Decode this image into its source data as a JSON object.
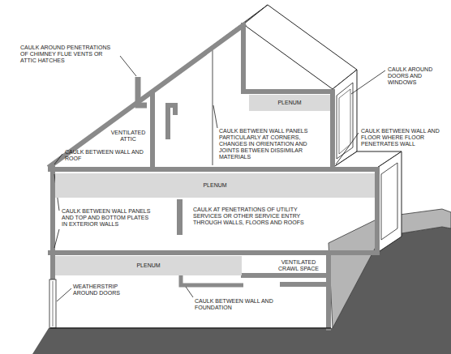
{
  "diagram": {
    "nodes": [
      {
        "text": [
          "PLENUM"
        ]
      },
      {
        "text": [
          "PLENUM"
        ]
      },
      {
        "text": [
          "PLENUM"
        ]
      }
    ],
    "labels": [
      "CAULK AROUND PENETRATIONS OF CHIMNEY FLUE VENTS OR ATTIC HATCHES",
      "CAULK AROUND DOORS AND WINDOWS",
      "VENTILATED ATTIC",
      "CAULK BETWEEN WALL PANELS PARTICULARLY AT CORNERS, CHANGES IN ORIENTATION AND JOINTS BETWEEN DISSIMILAR MATERIALS",
      "CAULK BETWEEN WALL AND FLOOR WHERE FLOOR PENETRATES WALL",
      "CAULK BETWEEN WALL AND ROOF",
      "CAULK BETWEEN WALL PANELS AND TOP AND BOTTOM PLATES IN EXTERIOR WALLS",
      "CAULK AT PENETRATIONS OF UTILITY SERVICES OR OTHER SERVICE ENTRY THROUGH WALLS, FLOORS AND ROOFS",
      "WEATHERSTRIP AROUND DOORS",
      "VENTILATED CRAWL SPACE",
      "CAULK BETWEEN WALL AND FOUNDATION"
    ]
  }
}
